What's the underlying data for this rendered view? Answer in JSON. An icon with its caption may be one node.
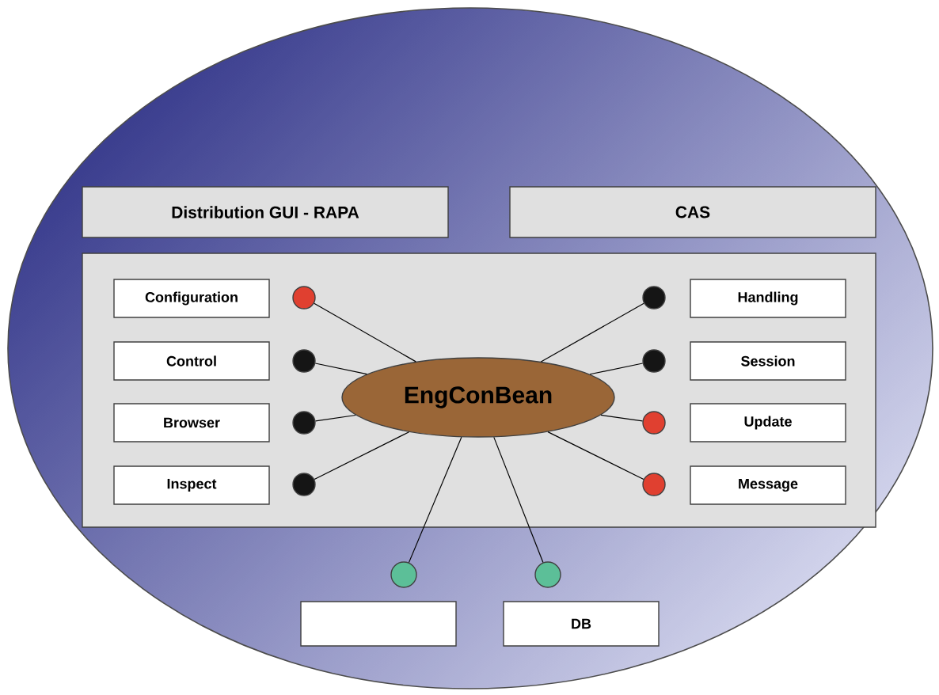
{
  "diagram": {
    "nodes": [
      {
        "text": [],
        "shape": "ellipse"
      },
      {
        "text": [
          "Distribution GUI - RAPA"
        ],
        "in": 0
      },
      {
        "text": [
          "CAS"
        ],
        "in": 0
      },
      {
        "text": [],
        "shape": "box",
        "in": 0
      },
      {
        "text": [
          "Configuration"
        ],
        "in": 3
      },
      {
        "text": [
          "Control"
        ],
        "in": 3
      },
      {
        "text": [
          "Browser"
        ],
        "in": 3
      },
      {
        "text": [
          "Inspect"
        ],
        "in": 3
      },
      {
        "text": [
          "Handling"
        ],
        "in": 3
      },
      {
        "text": [
          "Session"
        ],
        "in": 3
      },
      {
        "text": [
          "Update"
        ],
        "in": 3
      },
      {
        "text": [
          "Message"
        ],
        "in": 3
      },
      {
        "text": [
          "EngConBean"
        ],
        "in": 3
      },
      {
        "text": [],
        "shape": "circle",
        "in": 3
      },
      {
        "text": [],
        "shape": "circle",
        "in": 3
      },
      {
        "text": [],
        "shape": "circle",
        "in": 3
      },
      {
        "text": [],
        "shape": "circle",
        "in": 3
      },
      {
        "text": [],
        "shape": "circle",
        "in": 3
      },
      {
        "text": [],
        "shape": "circle",
        "in": 3
      },
      {
        "text": [],
        "shape": "circle",
        "in": 3
      },
      {
        "text": [],
        "shape": "circle",
        "in": 3
      },
      {
        "text": [],
        "shape": "circle",
        "in": 0
      },
      {
        "text": [],
        "shape": "circle",
        "in": 0
      },
      {
        "text": [],
        "shape": "box",
        "in": 0
      },
      {
        "text": [
          "DB"
        ],
        "in": 0
      }
    ],
    "edges": [
      {
        "from": 12,
        "to": 13,
        "arrow": "none"
      },
      {
        "from": 12,
        "to": 14,
        "arrow": "none"
      },
      {
        "from": 12,
        "to": 15,
        "arrow": "none"
      },
      {
        "from": 12,
        "to": 16,
        "arrow": "none"
      },
      {
        "from": 12,
        "to": 17,
        "arrow": "none"
      },
      {
        "from": 12,
        "to": 18,
        "arrow": "none"
      },
      {
        "from": 12,
        "to": 19,
        "arrow": "none"
      },
      {
        "from": 12,
        "to": 20,
        "arrow": "none"
      },
      {
        "from": 12,
        "to": 21,
        "arrow": "none"
      },
      {
        "from": 12,
        "to": 22,
        "arrow": "none"
      }
    ]
  }
}
